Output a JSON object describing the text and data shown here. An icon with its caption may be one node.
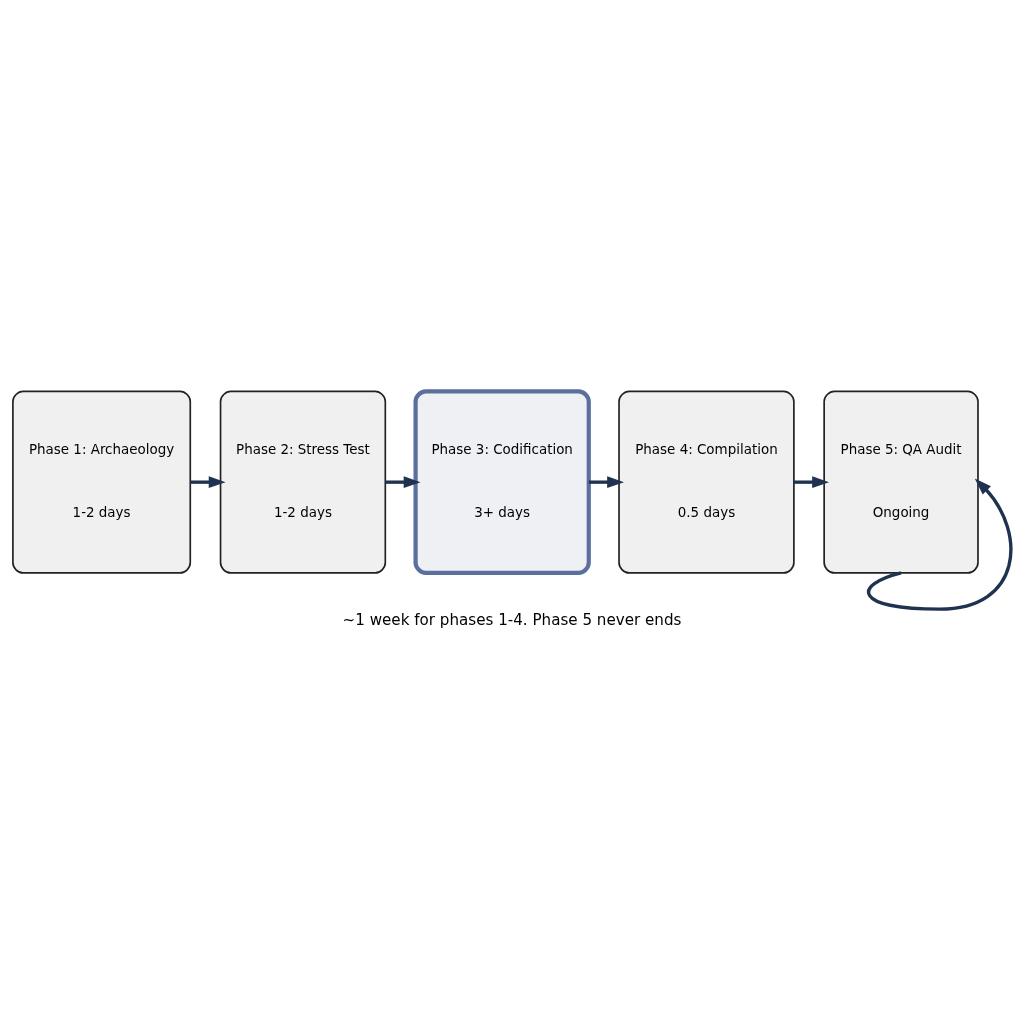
{
  "diagram": {
    "caption": "~1 week for phases 1-4. Phase 5 never ends",
    "nodes": [
      {
        "text": [
          "Phase 1: Archaeology",
          "1-2 days"
        ]
      },
      {
        "text": [
          "Phase 2: Stress Test",
          "1-2 days"
        ]
      },
      {
        "text": [
          "Phase 3: Codification",
          "3+ days"
        ]
      },
      {
        "text": [
          "Phase 4: Compilation",
          "0.5 days"
        ]
      },
      {
        "text": [
          "Phase 5: QA Audit",
          "Ongoing"
        ]
      }
    ],
    "edges": [
      {
        "from": 0,
        "to": 1,
        "arrow": "to"
      },
      {
        "from": 1,
        "to": 2,
        "arrow": "to"
      },
      {
        "from": 2,
        "to": 3,
        "arrow": "to"
      },
      {
        "from": 3,
        "to": 4,
        "arrow": "to"
      },
      {
        "from": 4,
        "to": 4,
        "arrow": "to"
      }
    ]
  }
}
